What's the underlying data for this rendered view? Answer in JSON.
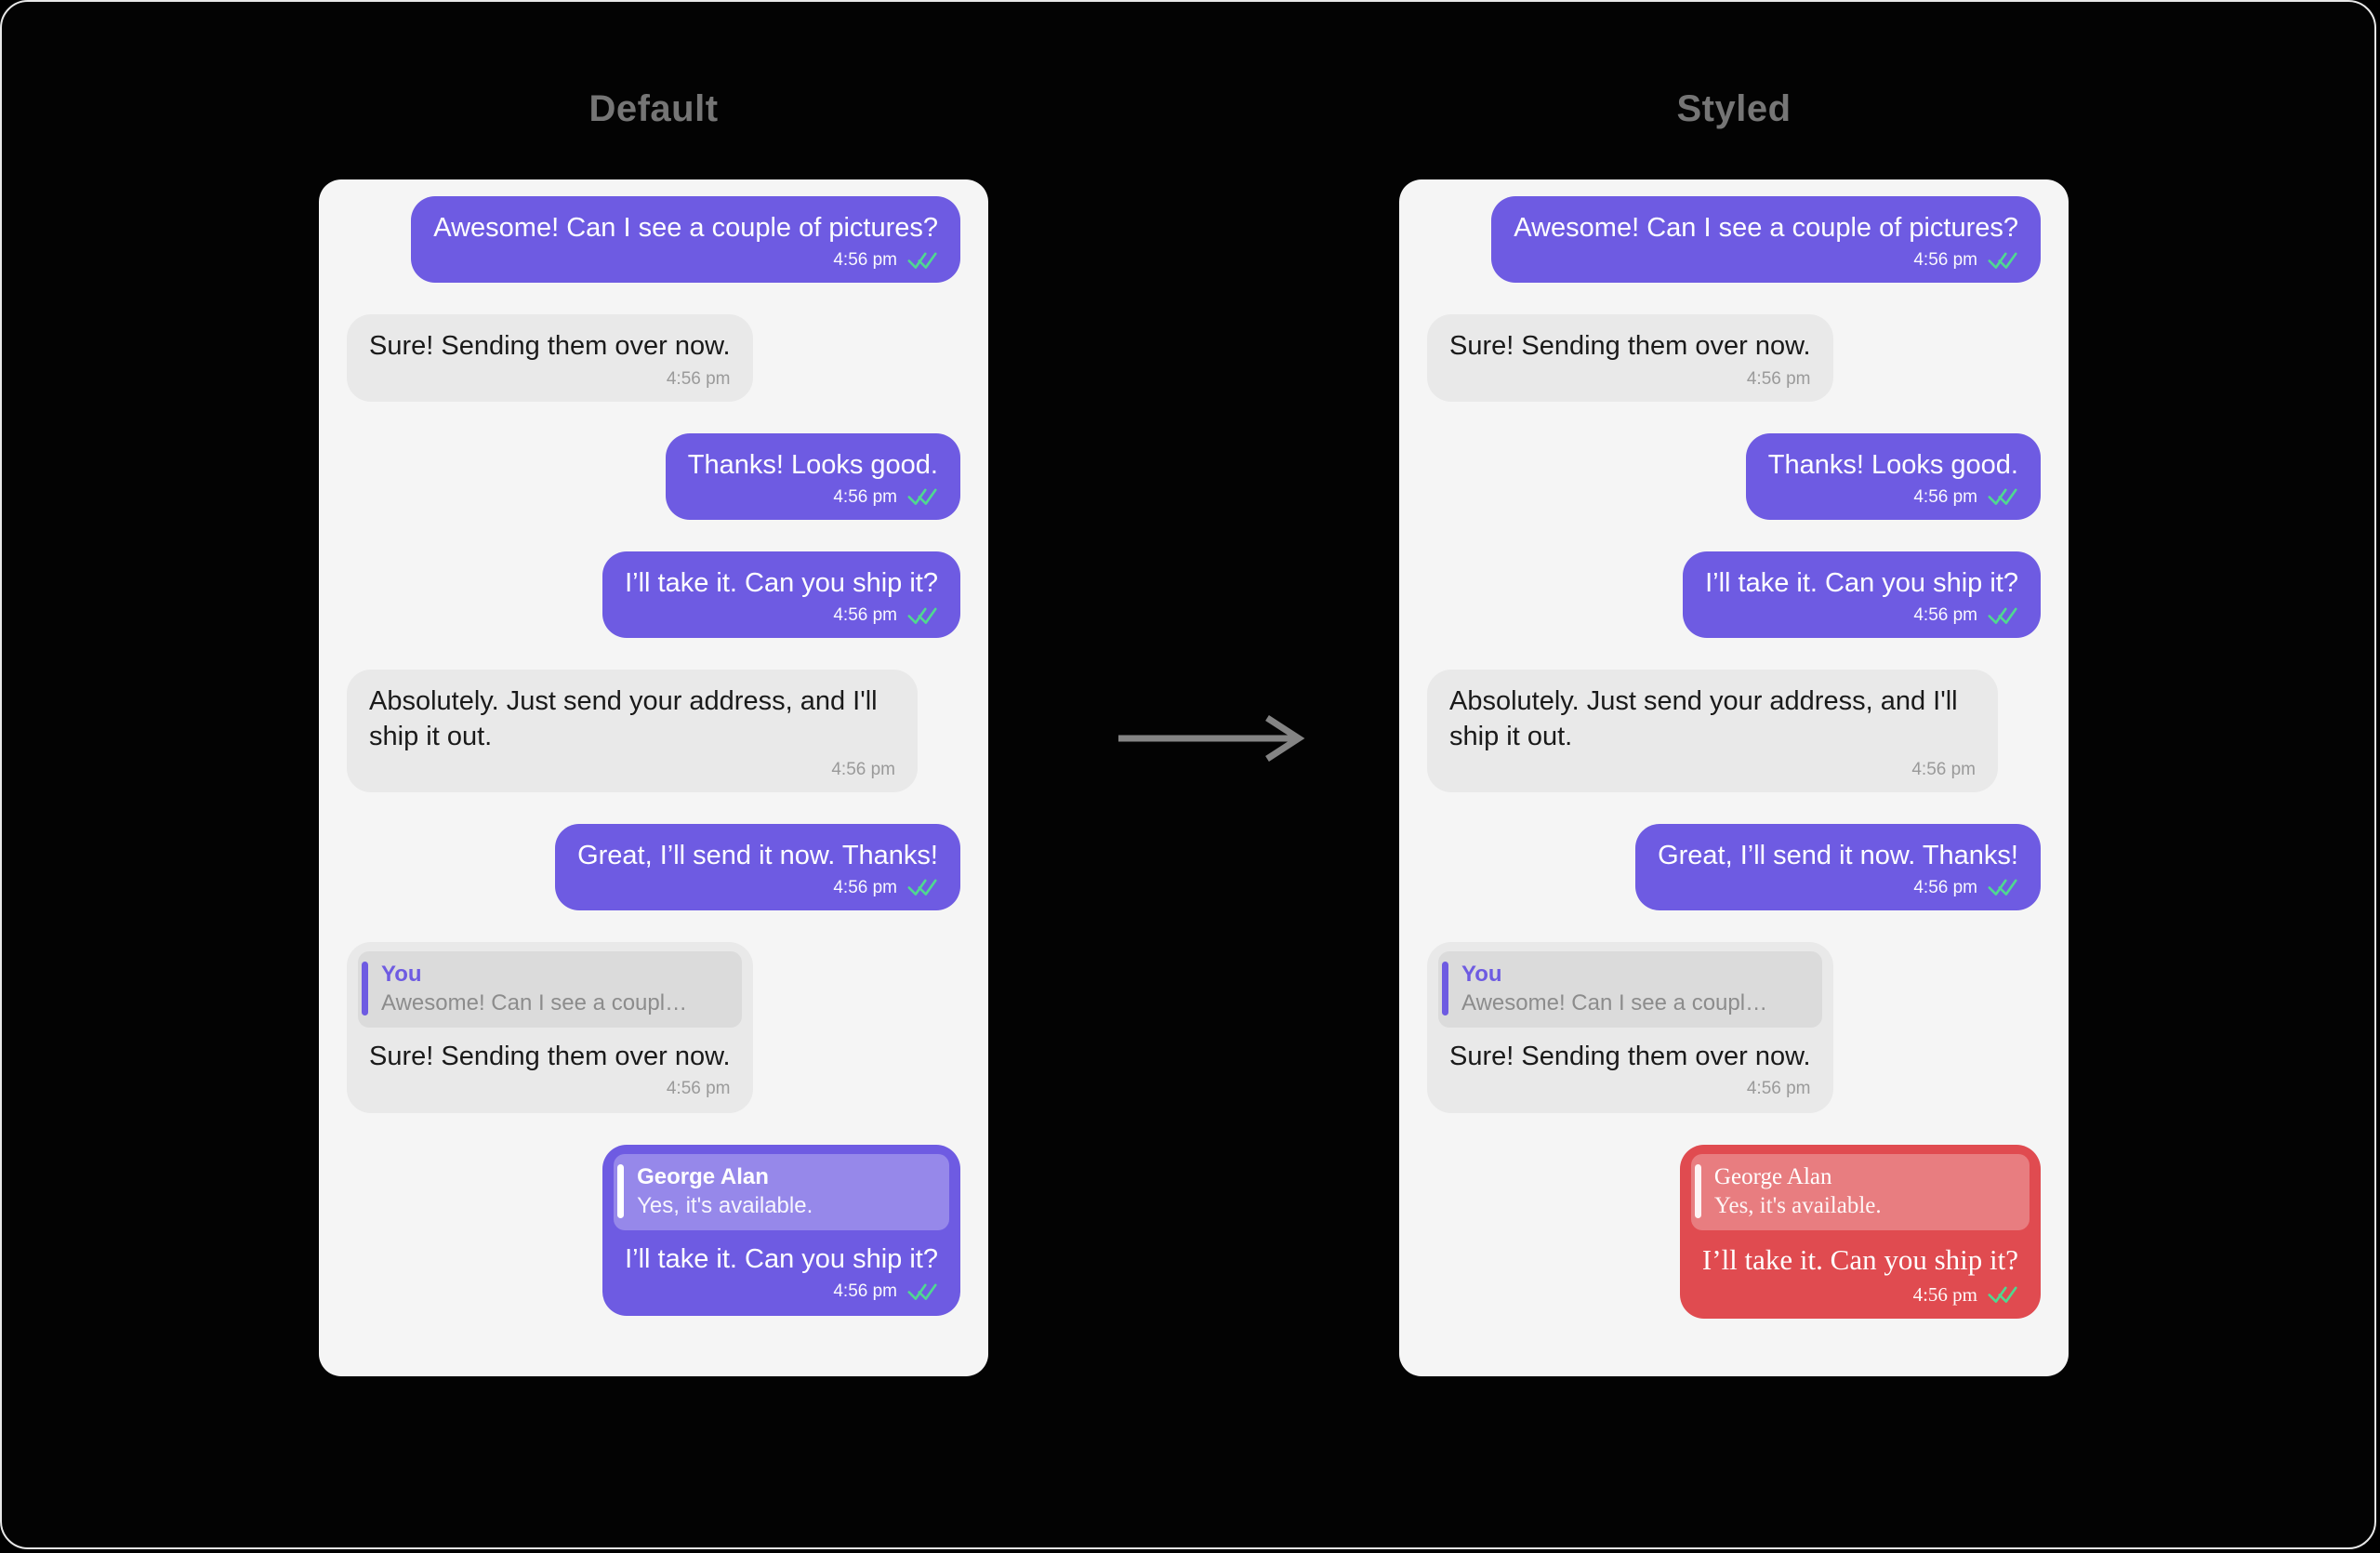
{
  "frame": {
    "background": "#030303",
    "border_color": "#e8e8e8"
  },
  "colors": {
    "frame_bg": "#030303",
    "frame_border": "#e8e8e8",
    "panel_bg": "#f5f5f5",
    "title_color": "#757575",
    "outgoing_bubble": "#6e5be2",
    "incoming_bubble": "#e9e9e9",
    "styled_bubble": "#e04b50",
    "accent": "#6e5be2",
    "check_color": "#50d890",
    "arrow_color": "#848484"
  },
  "columns": [
    {
      "title": "Default"
    },
    {
      "title": "Styled"
    }
  ],
  "icons": {
    "read_receipt": "double-check",
    "transform": "right-arrow"
  },
  "conversation": {
    "messages": [
      {
        "direction": "outgoing",
        "text": "Awesome! Can I see a couple of pictures?",
        "time": "4:56 pm",
        "status": "read"
      },
      {
        "direction": "incoming",
        "text": "Sure! Sending them over now.",
        "time": "4:56 pm"
      },
      {
        "direction": "outgoing",
        "text": "Thanks! Looks good.",
        "time": "4:56 pm",
        "status": "read"
      },
      {
        "direction": "outgoing",
        "text": "I’ll take it. Can you ship it?",
        "time": "4:56 pm",
        "status": "read"
      },
      {
        "direction": "incoming",
        "text": "Absolutely. Just send your address, and I'll ship it out.",
        "time": "4:56 pm"
      },
      {
        "direction": "outgoing",
        "text": "Great, I’ll send it now. Thanks!",
        "time": "4:56 pm",
        "status": "read"
      },
      {
        "direction": "incoming",
        "reply": {
          "author": "You",
          "text": "Awesome! Can I see a couple of…"
        },
        "text": "Sure! Sending them over now.",
        "time": "4:56 pm"
      },
      {
        "direction": "outgoing",
        "reply": {
          "author": "George Alan",
          "text": "Yes, it's available."
        },
        "text": "I’ll take it. Can you ship it?",
        "time": "4:56 pm",
        "status": "read",
        "styled_variant": true
      }
    ]
  }
}
